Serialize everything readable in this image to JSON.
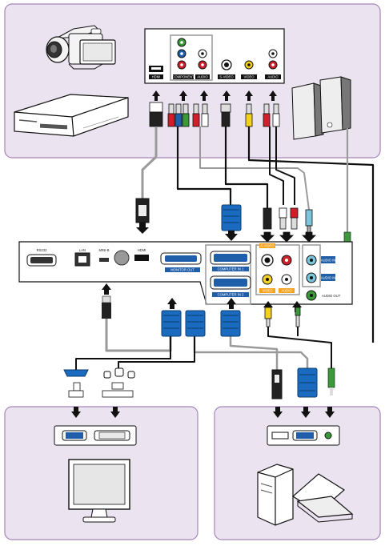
{
  "colors": {
    "panel_fill": "#ece3f1",
    "panel_stroke": "#a585b8",
    "connector_blue": "#1a6bc0",
    "cable_gray": "#9a9a9a",
    "cable_black": "#111111",
    "jack_red": "#d11f2a",
    "jack_green": "#3a9a3a",
    "jack_blue": "#1f5ea8",
    "jack_yellow": "#f2d21c",
    "jack_orange": "#f4a11c",
    "jack_lightblue": "#7cc6dc"
  },
  "devices": {
    "top": [
      "camcorder-icon",
      "dvd-player-icon"
    ],
    "bottom_left": [
      "monitor-icon"
    ],
    "bottom_right": [
      "computer-icon",
      "laptop-icon"
    ],
    "speakers": "speakers-icon"
  },
  "source_panel": {
    "labels": [
      "HDMI",
      "COMPONENT",
      "AUDIO",
      "S-VIDEO",
      "VIDEO",
      "AUDIO"
    ]
  },
  "projector_panel": {
    "left_labels": [
      "RS232",
      "LAN",
      "MINI-B",
      "HDMI"
    ],
    "center_labels": [
      "MONITOR OUT",
      "COMPUTER IN 1",
      "COMPUTER IN 2"
    ],
    "right_labels": [
      "AUDIO IN",
      "AUDIO IN",
      "AUDIO OUT",
      "S-VIDEO",
      "VIDEO",
      "AUDIO"
    ]
  }
}
